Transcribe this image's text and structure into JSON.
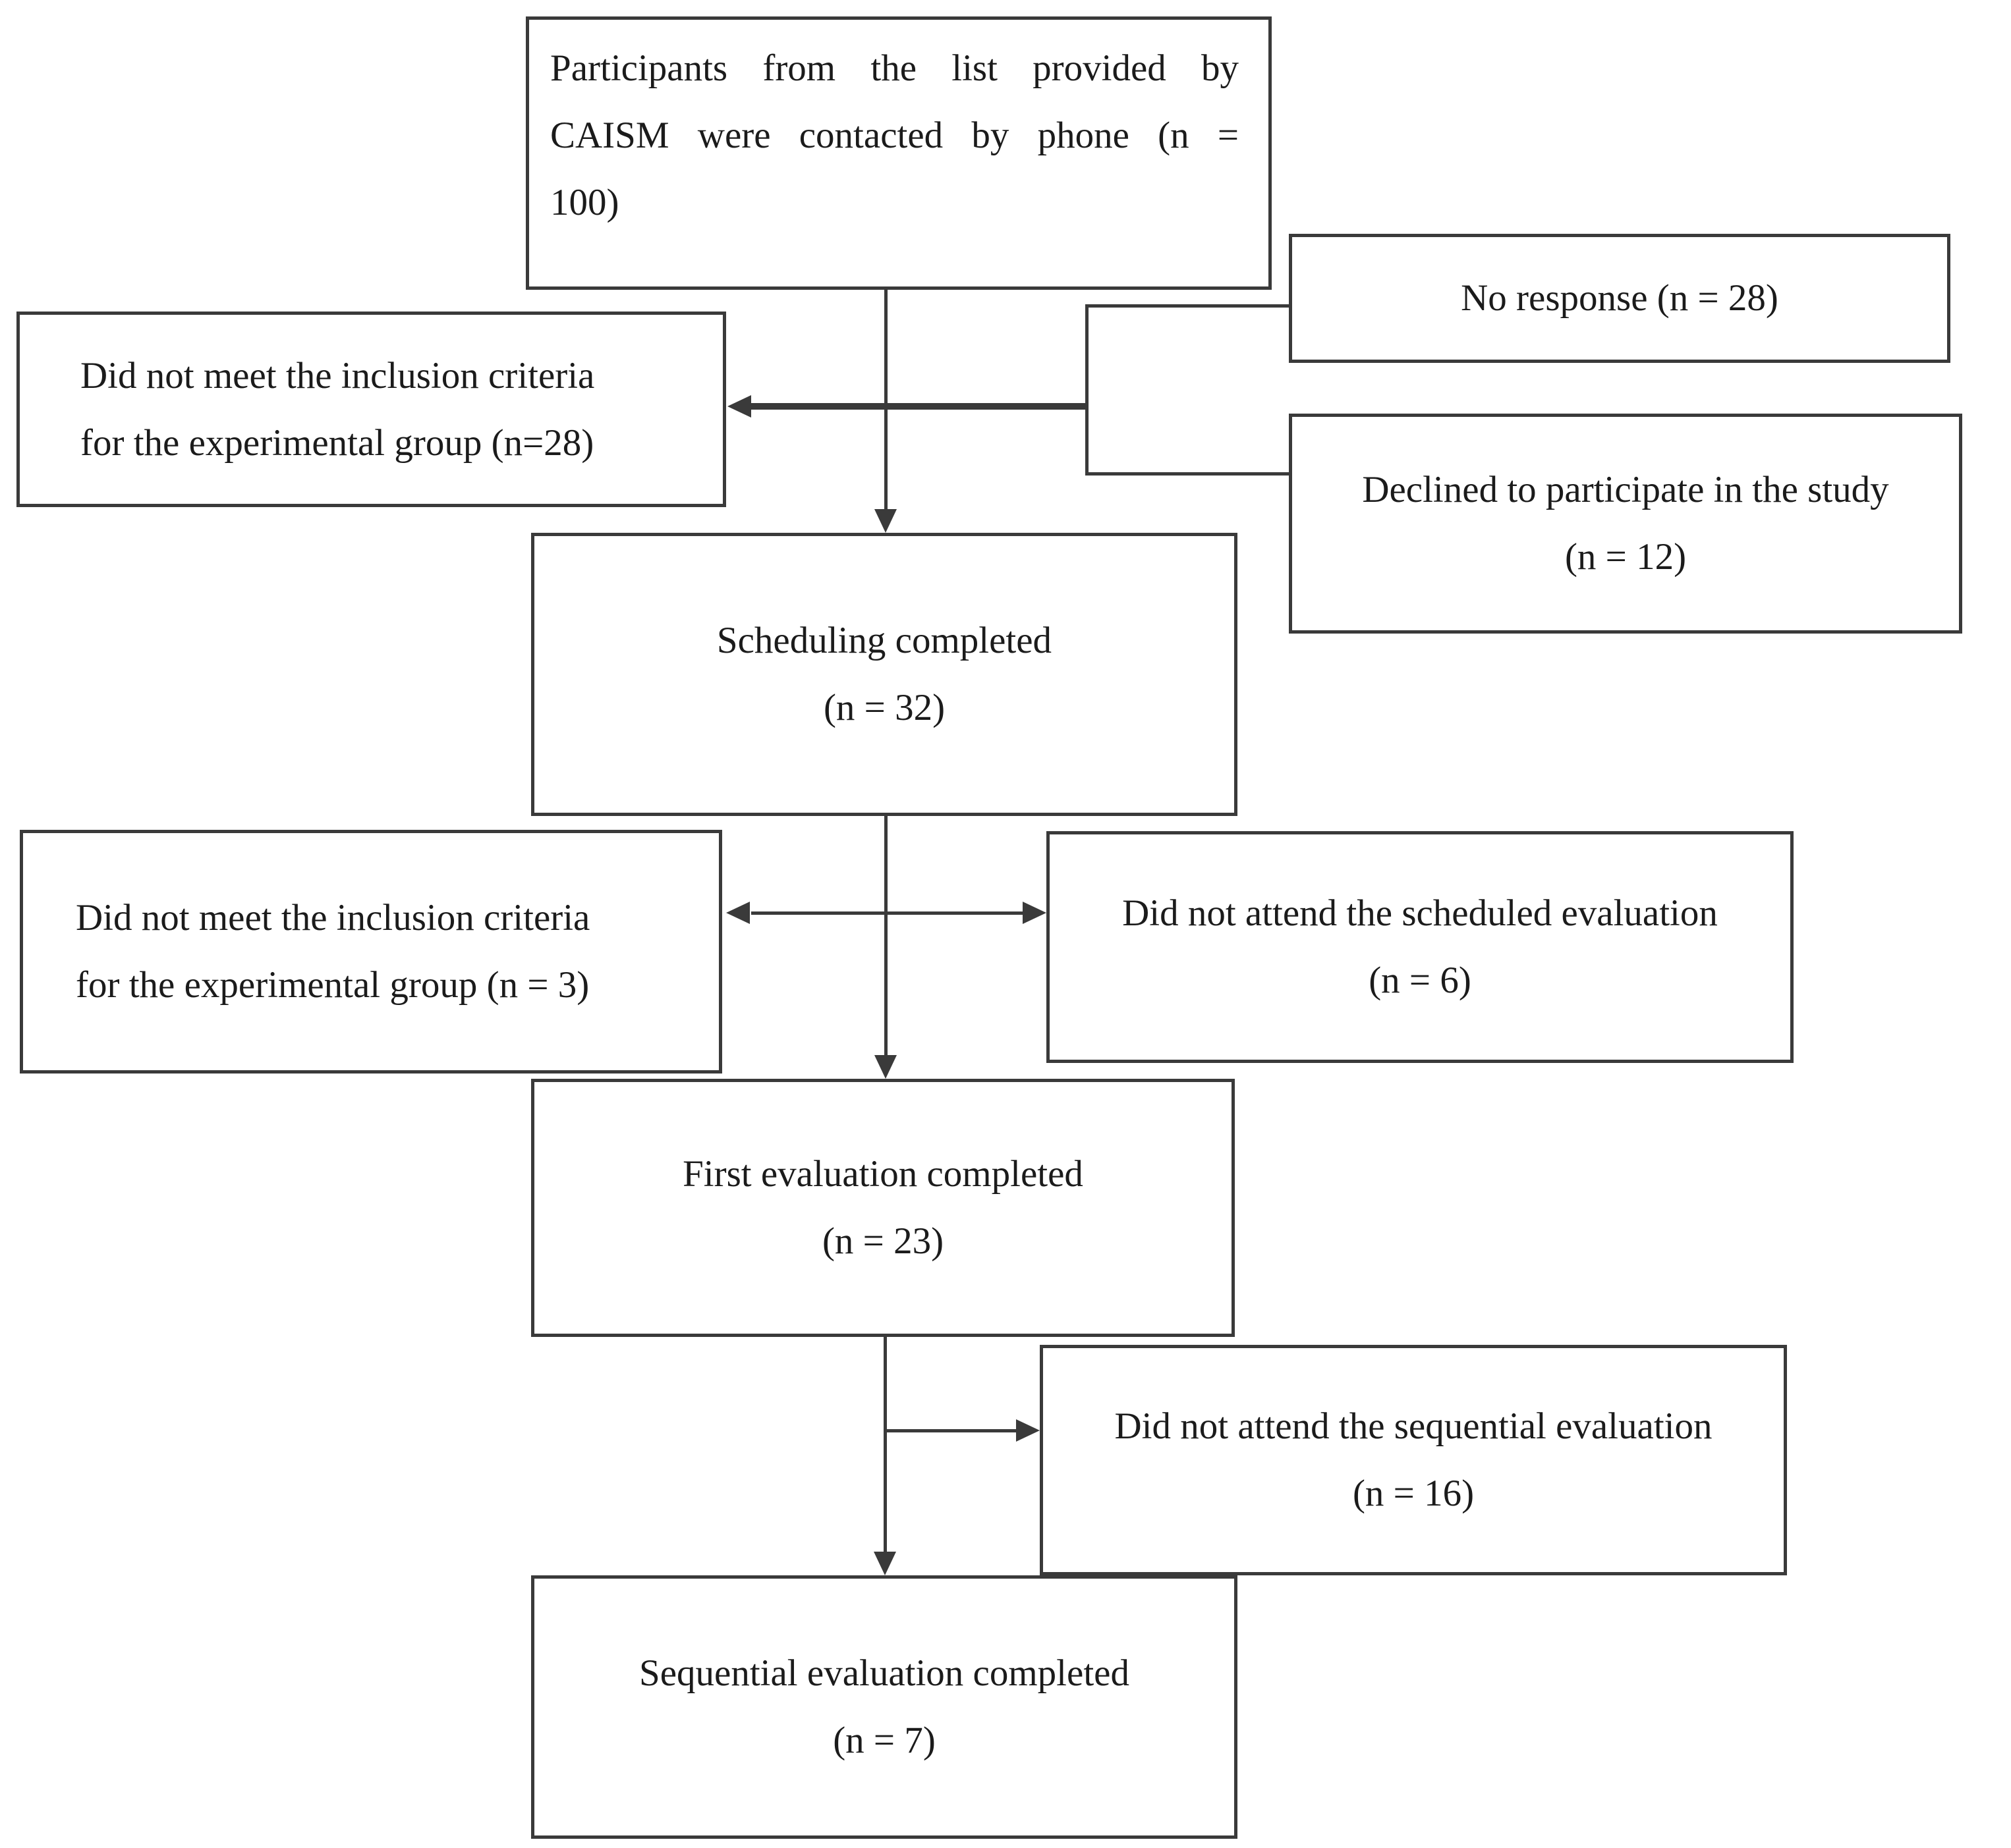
{
  "diagram": {
    "type": "participant-flowchart",
    "background_color": "#ffffff",
    "line_color": "#3a3a3a",
    "text_color": "#1b1b1b",
    "nodes": {
      "contacted": {
        "lines": [
          "Participants from the list provided by",
          "CAISM were contacted by phone (n =",
          "100)"
        ]
      },
      "no_response": {
        "lines": [
          "No response (n = 28)"
        ]
      },
      "declined": {
        "lines": [
          "Declined to participate in the study",
          "(n = 12)"
        ]
      },
      "excluded_phone": {
        "lines": [
          "Did not meet the inclusion criteria",
          "for the experimental group (n=28)"
        ]
      },
      "scheduling": {
        "lines": [
          "Scheduling completed",
          "(n = 32)"
        ]
      },
      "excluded_scheduling": {
        "lines": [
          "Did not meet the inclusion criteria",
          "for the experimental group (n = 3)"
        ]
      },
      "missed_scheduled": {
        "lines": [
          "Did not attend the scheduled evaluation",
          "(n = 6)"
        ]
      },
      "first_eval": {
        "lines": [
          "First evaluation completed",
          "(n = 23)"
        ]
      },
      "missed_sequential": {
        "lines": [
          "Did not attend the sequential evaluation",
          "(n = 16)"
        ]
      },
      "sequential": {
        "lines": [
          "Sequential evaluation completed",
          "(n = 7)"
        ]
      }
    }
  }
}
